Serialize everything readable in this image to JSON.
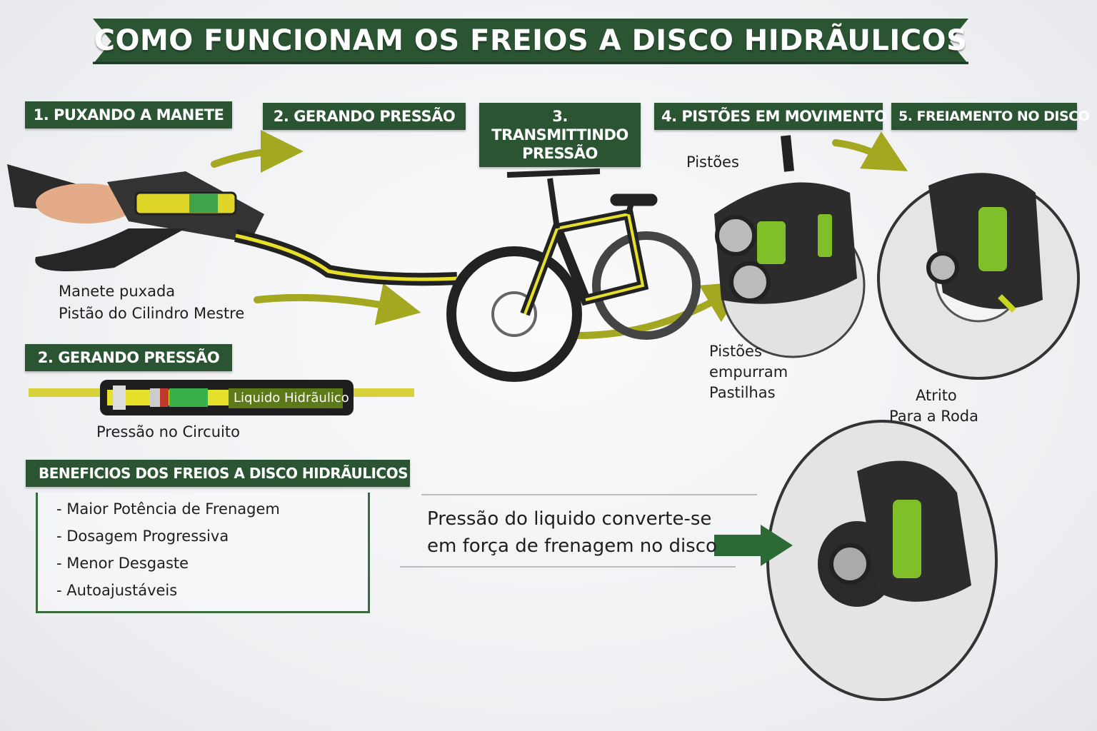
{
  "title": "COMO FUNCIONAM OS FREIOS A DISCO HIDRÃULICOS",
  "steps": [
    {
      "label": "1. PUXANDO A MANETE"
    },
    {
      "label": "2. GERANDO PRESSÃO"
    },
    {
      "label": "3. TRANSMITTINDO PRESSÃO"
    },
    {
      "label": "4. PISTÕES EM MOVIMENTO"
    },
    {
      "label": "5. FREIAMENTO NO DISCO"
    }
  ],
  "lever": {
    "label_1": "Manete puxada",
    "label_2": "Pistão do Cilindro Mestre"
  },
  "pressure": {
    "heading": "2. GERANDO PRESSÃO",
    "fluid_label": "Liquido Hidrãulico",
    "circuit_label": "Pressão no Circuito"
  },
  "caliper": {
    "pistons_label": "Pistões",
    "push_label_1": "Pistões",
    "push_label_2": "empurram",
    "push_label_3": "Pastilhas"
  },
  "disc": {
    "friction_1": "Atrito",
    "friction_2": "Para a Roda"
  },
  "benefits": {
    "heading": "BENEFICIOS DOS FREIOS A DISCO HIDRÃULICOS",
    "items": [
      "- Maior Potência de Frenagem",
      "- Dosagem Progressiva",
      "- Menor Desgaste",
      "- Autoajustáveis"
    ]
  },
  "conclusion": {
    "line_1": "Pressão do liquido converte-se",
    "line_2": "em força de frenagem no disco"
  },
  "colors": {
    "green": "#2b5433",
    "yellow": "#e6e02a",
    "arrow": "#a3a820"
  }
}
